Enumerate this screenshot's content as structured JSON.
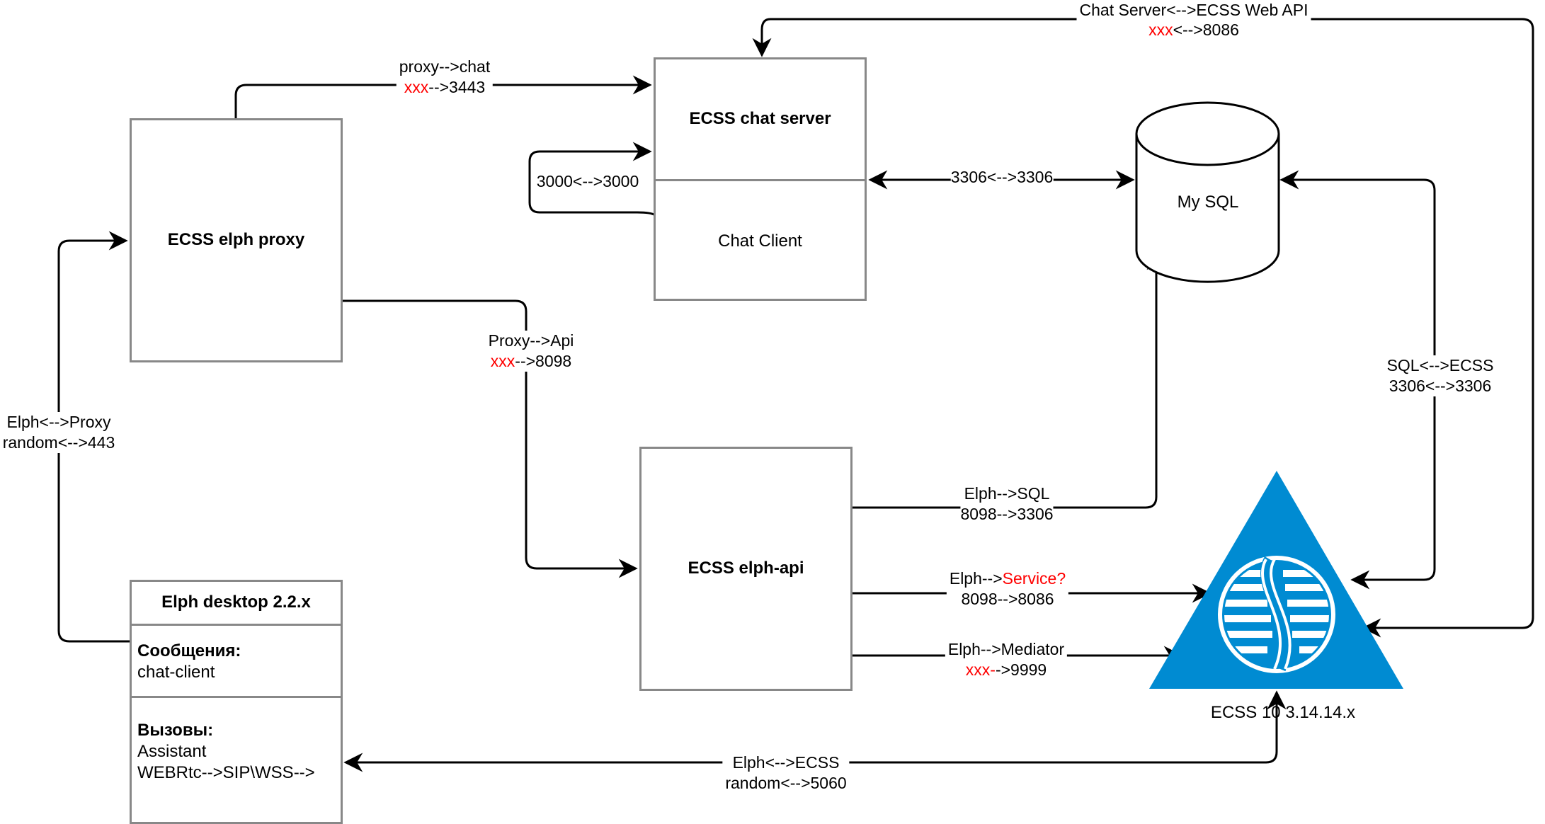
{
  "nodes": {
    "proxy": {
      "title": "ECSS elph proxy"
    },
    "chat": {
      "title": "ECSS chat server",
      "sub": "Chat Client"
    },
    "mysql": {
      "label": "My SQL"
    },
    "api": {
      "title": "ECSS elph-api"
    },
    "desktop": {
      "title": "Elph desktop 2.2.x",
      "messages_heading": "Сообщения:",
      "messages_value": "chat-client",
      "calls_heading": "Вызовы:",
      "calls_line1": "Assistant",
      "calls_line2": "WEBRtc-->SIP\\WSS-->"
    },
    "ecss": {
      "caption": "ECSS 10 3.14.14.x",
      "color": "#008BD2"
    }
  },
  "edges": {
    "proxy_chat": {
      "line1": "proxy-->chat",
      "line2_red": "xxx",
      "line2_rest": "-->3443"
    },
    "chat_loop": {
      "label": "3000<-->3000"
    },
    "chat_mysql": {
      "label": "3306<-->3306"
    },
    "chat_ecss": {
      "line1": "Chat Server<-->ECSS Web API",
      "line2_red": "xxx",
      "line2_rest": "<-->8086"
    },
    "proxy_api": {
      "line1": "Proxy-->Api",
      "line2_red": "xxx",
      "line2_rest": "-->8098"
    },
    "elph_proxy": {
      "line1": "Elph<-->Proxy",
      "line2": "random<-->443"
    },
    "sql_ecss": {
      "line1": "SQL<-->ECSS",
      "line2": "3306<-->3306"
    },
    "api_sql": {
      "line1": "Elph-->SQL",
      "line2": "8098-->3306"
    },
    "api_service": {
      "line1_black": "Elph-->",
      "line1_red": "Service?",
      "line2": "8098-->8086"
    },
    "api_mediator": {
      "line1": "Elph-->Mediator",
      "line2_red": "xxx-",
      "line2_rest": "->9999"
    },
    "elph_ecss": {
      "line1": "Elph<-->ECSS",
      "line2": "random<-->5060"
    }
  }
}
